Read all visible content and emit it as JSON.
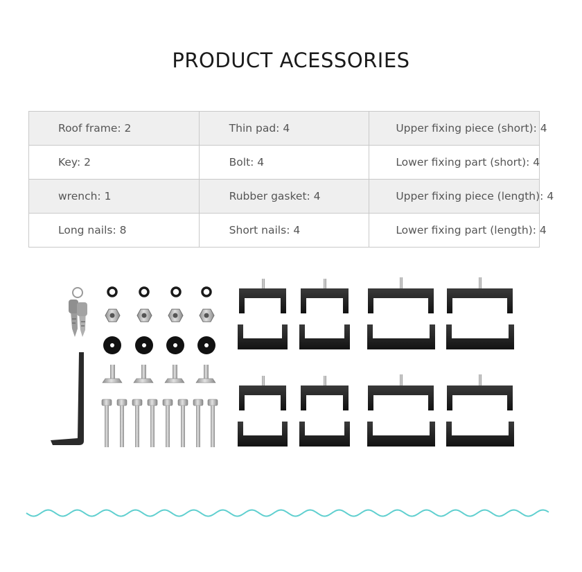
{
  "page": {
    "title": "PRODUCT ACESSORIES"
  },
  "accessories_table": {
    "rows": [
      [
        "Roof frame: 2",
        "Thin pad: 4",
        "Upper fixing piece (short): 4"
      ],
      [
        "Key: 2",
        "Bolt: 4",
        "Lower fixing part (short): 4"
      ],
      [
        "wrench: 1",
        "Rubber gasket: 4",
        "Upper fixing piece (length): 4"
      ],
      [
        "Long nails: 8",
        "Short nails: 4",
        "Lower fixing part (length): 4"
      ]
    ]
  },
  "colors": {
    "wave": "#5fcfcf",
    "row_shade": "#efefef",
    "border": "#c9c9c9",
    "part_black": "#1e1e1e",
    "steel": "#b9b9b9"
  },
  "icons": [
    "keys-icon",
    "allen-wrench-icon",
    "thin-pad-icon",
    "bolt-nut-icon",
    "rubber-gasket-icon",
    "short-nail-icon",
    "long-nail-icon",
    "upper-fixing-piece-icon",
    "lower-fixing-part-icon",
    "wave-divider-icon"
  ]
}
